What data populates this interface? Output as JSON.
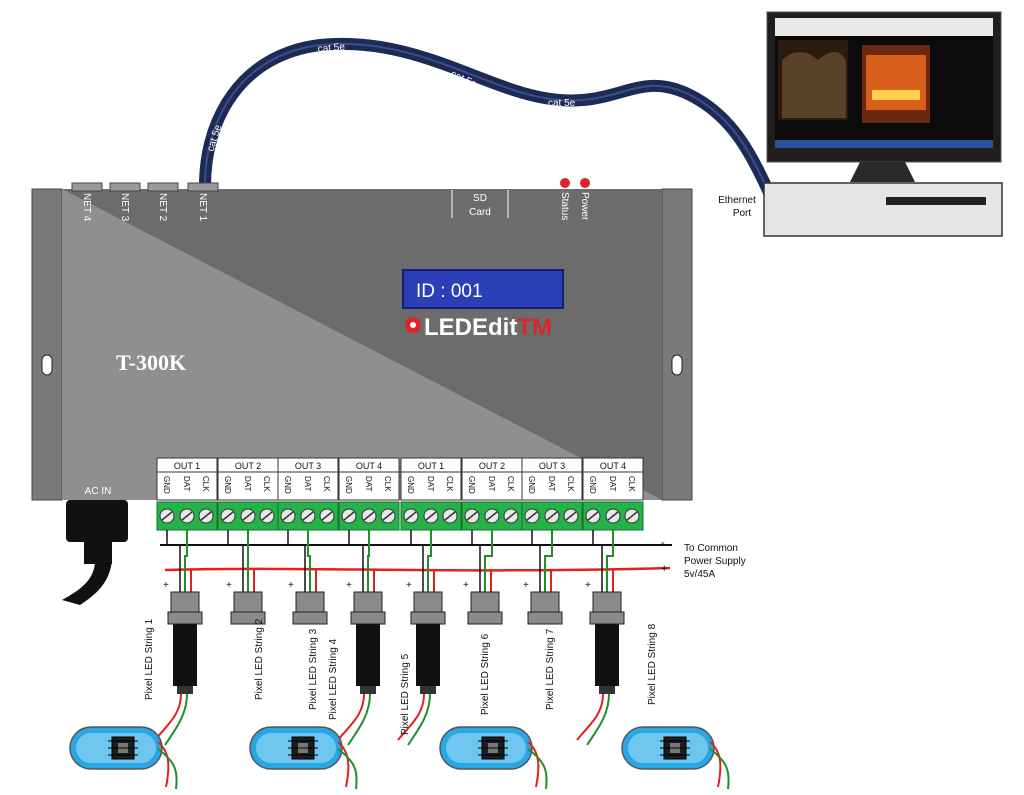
{
  "cable": {
    "label": "cat 5e"
  },
  "controller": {
    "model": "T-300K",
    "lcd_text": "ID : 001",
    "logo_main": "LEDEdit",
    "logo_tm": "TM",
    "ac_in": "AC IN",
    "net_ports": [
      "NET 4",
      "NET 3",
      "NET 2",
      "NET 1"
    ],
    "sd_line1": "SD",
    "sd_line2": "Card",
    "status": "Status",
    "power": "Power"
  },
  "outputs": {
    "groups": [
      "OUT 1",
      "OUT 2",
      "OUT 3",
      "OUT 4",
      "OUT 1",
      "OUT 2",
      "OUT 3",
      "OUT 4"
    ],
    "pins": [
      "GND",
      "DAT",
      "CLK"
    ]
  },
  "computer": {
    "ethernet_line1": "Ethernet",
    "ethernet_line2": "Port"
  },
  "power_supply": {
    "line1": "To Common",
    "line2": "Power Supply",
    "line3": "5v/45A"
  },
  "strings": [
    "Pixel LED String 1",
    "Pixel LED String 2",
    "Pixel LED String 3",
    "Pixel LED String 4",
    "Pixel LED String 5",
    "Pixel LED String 6",
    "Pixel LED String 7",
    "Pixel LED String 8"
  ],
  "polarity": {
    "plus": "+",
    "minus": "-"
  },
  "colors": {
    "cable": "#1c2a55",
    "lcd": "#2b3fb8",
    "logo_red": "#d8262b",
    "wire_red": "#e22020",
    "wire_green": "#1e8f2a",
    "terminal": "#25b24a",
    "pixel_blue": "#2aa7e3"
  }
}
